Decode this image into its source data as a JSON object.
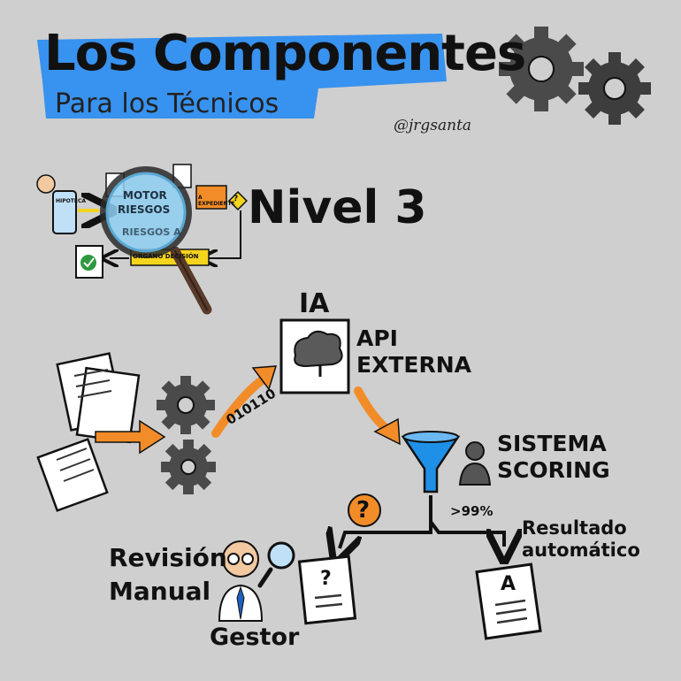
{
  "header": {
    "title": "Los Componentes",
    "subtitle": "Para los Técnicos",
    "handle": "@jrgsanta"
  },
  "colors": {
    "background": "#cfcfcf",
    "highlight_blue": "#2f8ef0",
    "orange": "#f28c28",
    "blue_funnel": "#1e90e8",
    "gear_gray": "#4a4a4a",
    "yellow": "#f5d41e"
  },
  "level": {
    "label": "Nivel 3",
    "magnifier_text": [
      "MOTOR",
      "RIESGOS",
      "RIESGOS A"
    ],
    "small_labels": {
      "phone": "HIPOTECA",
      "folder": "A EXPEDIENTE",
      "decision": "ORGANO DECISIÓN"
    }
  },
  "flow": {
    "ia_label": "IA",
    "api_label": [
      "API",
      "EXTERNA"
    ],
    "binary": "010110",
    "sistema_label": [
      "SISTEMA",
      "SCORING"
    ],
    "question_mark": "?",
    "percent": ">99%",
    "resultado_label": [
      "Resultado",
      "automático"
    ],
    "manual_label": [
      "Revisión",
      "Manual"
    ],
    "gestor_label": "Gestor",
    "doc_question": "?",
    "doc_grade": "A"
  },
  "icons": [
    "gear-icon",
    "magnifier-icon",
    "cloud-brain-icon",
    "funnel-icon",
    "person-icon",
    "document-icon",
    "check-icon",
    "question-badge-icon",
    "arrow-icon"
  ]
}
